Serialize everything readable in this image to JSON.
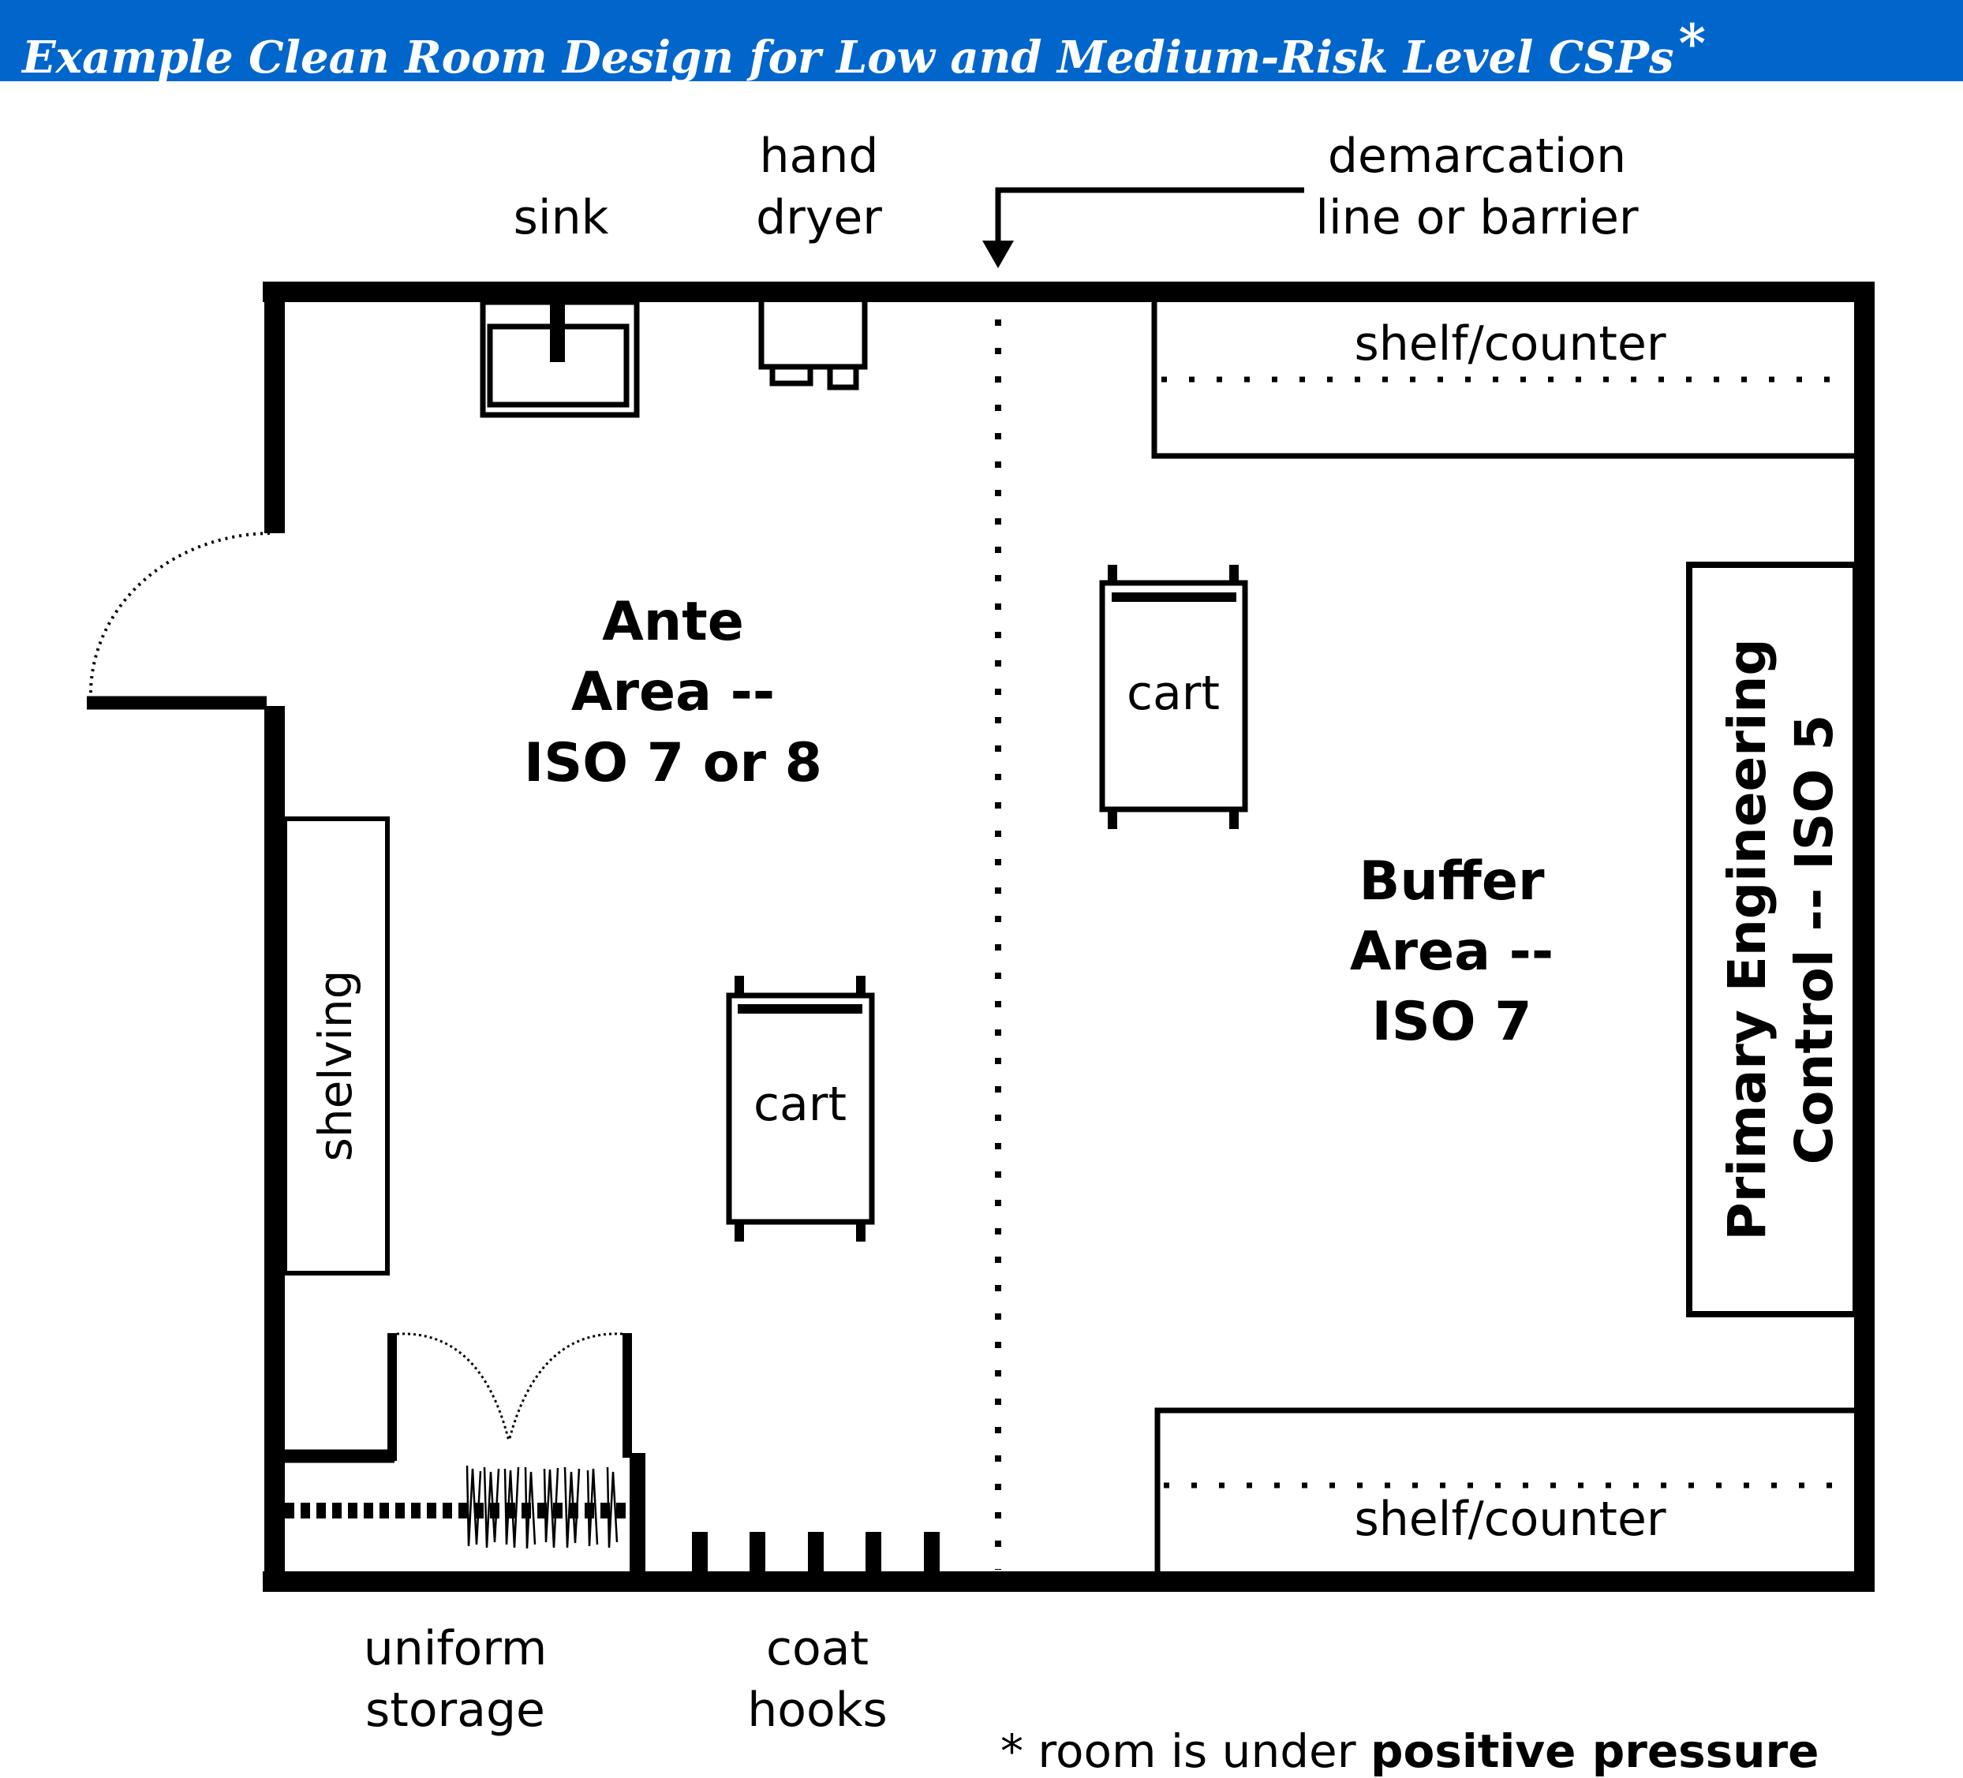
{
  "title": {
    "text": "Example Clean Room Design for Low and Medium-Risk Level CSPs",
    "star": "*"
  },
  "colors": {
    "title_bar": "#0066cc",
    "title_text": "#ffffff",
    "lines": "#000000"
  },
  "labels": {
    "sink": "sink",
    "hand_dryer_1": "hand",
    "hand_dryer_2": "dryer",
    "demarcation_1": "demarcation",
    "demarcation_2": "line or barrier",
    "shelf_top": "shelf/counter",
    "shelf_bottom": "shelf/counter",
    "ante_1": "Ante",
    "ante_2": "Area --",
    "ante_3": "ISO 7 or 8",
    "buffer_1": "Buffer",
    "buffer_2": "Area --",
    "buffer_3": "ISO 7",
    "cart_ante": "cart",
    "cart_buffer": "cart",
    "shelving": "shelving",
    "pec_1": "Primary Engineering",
    "pec_2": "Control -- ISO 5",
    "uniform_1": "uniform",
    "uniform_2": "storage",
    "coat_1": "coat",
    "coat_2": "hooks"
  },
  "footnote": {
    "prefix": "* room is under ",
    "bold": "positive pressure"
  }
}
